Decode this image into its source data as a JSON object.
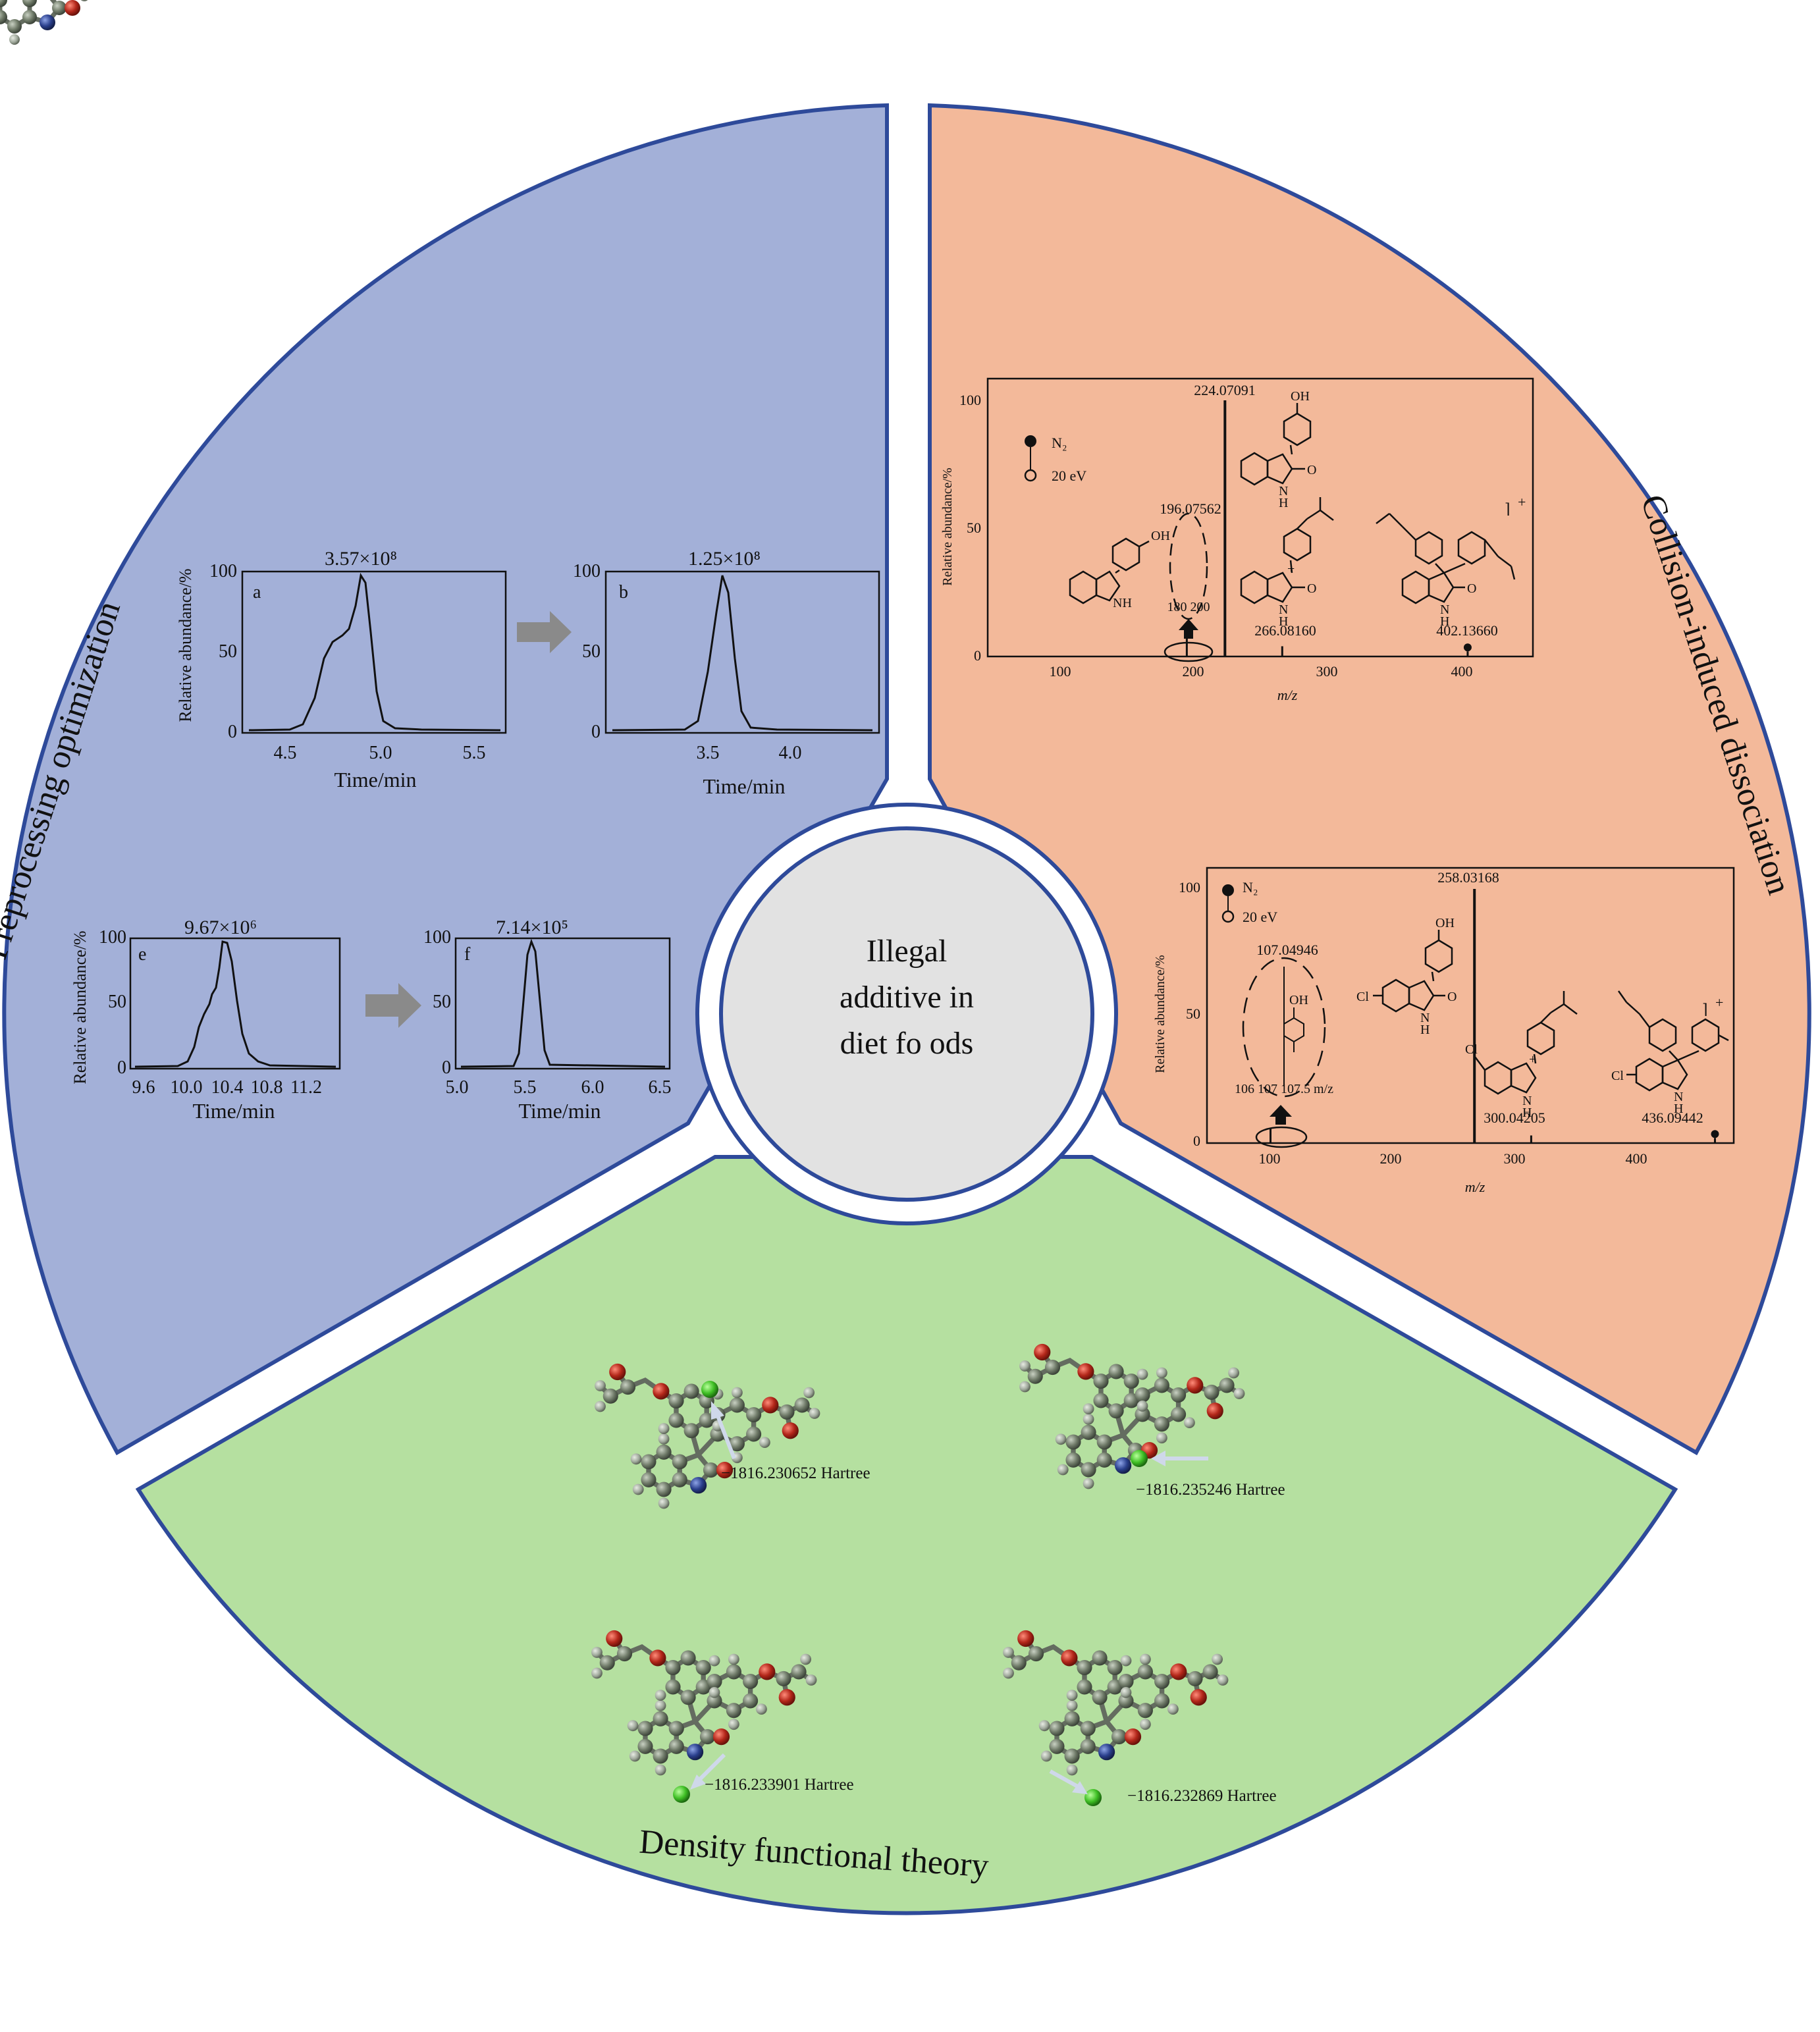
{
  "center": {
    "lines": [
      "Illegal",
      "additive in",
      "diet fo ods"
    ]
  },
  "sections": {
    "preprocessing": {
      "title": "Preprocessing optimization",
      "color": "#a3b0d8"
    },
    "cid": {
      "title": "Collision-induced dissociation",
      "color": "#f3b99a"
    },
    "dft": {
      "title": "Density functional theory",
      "color": "#b5e0a0"
    }
  },
  "colors": {
    "border": "#2e4a9a",
    "center_fill": "#e2e2e2",
    "arrow": "#8a8a8a"
  },
  "chromatograms": [
    {
      "id": "a",
      "peak_label": "3.57×10⁸",
      "xlabel": "Time/min",
      "ylabel": "Relative abundance/%",
      "xticks": [
        "4.5",
        "5.0",
        "5.5"
      ],
      "yticks": [
        "0",
        "50",
        "100"
      ],
      "xlim": [
        4.3,
        5.7
      ]
    },
    {
      "id": "b",
      "peak_label": "1.25×10⁸",
      "xlabel": "Time/min",
      "ylabel": "",
      "xticks": [
        "3.5",
        "4.0"
      ],
      "yticks": [
        "0",
        "50",
        "100"
      ],
      "xlim": [
        3.1,
        4.4
      ]
    },
    {
      "id": "e",
      "peak_label": "9.67×10⁶",
      "xlabel": "Time/min",
      "ylabel": "Relative abundance/%",
      "xticks": [
        "9.6",
        "10.0",
        "10.4",
        "10.8",
        "11.2"
      ],
      "yticks": [
        "0",
        "50",
        "100"
      ],
      "xlim": [
        9.5,
        11.4
      ]
    },
    {
      "id": "f",
      "peak_label": "7.14×10⁵",
      "xlabel": "Time/min",
      "ylabel": "",
      "xticks": [
        "5.0",
        "5.5",
        "6.0",
        "6.5"
      ],
      "yticks": [
        "0",
        "50",
        "100"
      ],
      "xlim": [
        5.0,
        6.5
      ]
    }
  ],
  "spectra": [
    {
      "id": "ms1",
      "legend": {
        "gas": "N₂",
        "energy": "20 eV"
      },
      "xlabel": "m/z",
      "ylabel": "Relative abundance/%",
      "xticks": [
        "100",
        "200",
        "300",
        "400"
      ],
      "yticks": [
        "0",
        "50",
        "100"
      ],
      "xlim": [
        50,
        450
      ],
      "peaks": [
        {
          "mz": 224.07091,
          "label": "224.07091",
          "rel": 100
        },
        {
          "mz": 196.07562,
          "label": "196.07562",
          "rel": 8
        },
        {
          "mz": 266.0816,
          "label": "266.08160",
          "rel": 4
        },
        {
          "mz": 402.1366,
          "label": "402.13660",
          "rel": 2
        }
      ],
      "inset_text": "180 200",
      "struct_labels": {
        "oh": "OH",
        "nh": "NH",
        "n": "N",
        "h": "H",
        "o": "O",
        "charge": "+"
      }
    },
    {
      "id": "ms2",
      "legend": {
        "gas": "N₂",
        "energy": "20 eV"
      },
      "xlabel": "m/z",
      "ylabel": "Relative abundance/%",
      "xticks": [
        "100",
        "200",
        "300",
        "400"
      ],
      "yticks": [
        "0",
        "50",
        "100"
      ],
      "xlim": [
        60,
        450
      ],
      "peaks": [
        {
          "mz": 258.03168,
          "label": "258.03168",
          "rel": 100
        },
        {
          "mz": 107.04946,
          "label": "107.04946",
          "rel": 6
        },
        {
          "mz": 300.04205,
          "label": "300.04205",
          "rel": 3
        },
        {
          "mz": 436.09442,
          "label": "436.09442",
          "rel": 2
        }
      ],
      "inset_text": "106  107  107.5  m/z",
      "struct_labels": {
        "oh": "OH",
        "cl": "Cl",
        "n": "N",
        "h": "H",
        "o": "O",
        "charge": "+"
      }
    }
  ],
  "dft": [
    {
      "energy": "−1816.230652 Hartree"
    },
    {
      "energy": "−1816.235246 Hartree"
    },
    {
      "energy": "−1816.233901 Hartree"
    },
    {
      "energy": "−1816.232869 Hartree"
    }
  ]
}
